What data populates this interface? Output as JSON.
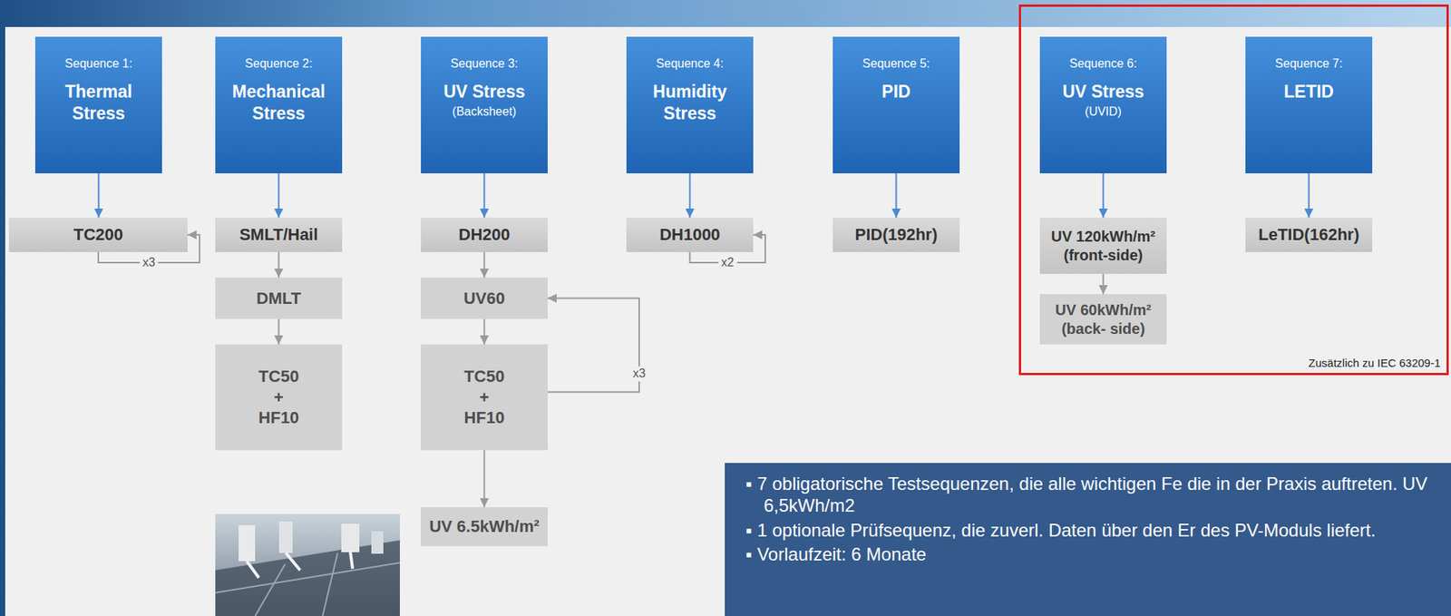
{
  "diagram": {
    "nodes": [
      {
        "text": [
          "Sequence 1:",
          "Thermal Stress"
        ]
      },
      {
        "text": [
          "TC200"
        ]
      },
      {
        "text": [
          "Sequence 2:",
          "Mechanical Stress"
        ]
      },
      {
        "text": [
          "SMLT/Hail"
        ]
      },
      {
        "text": [
          "DMLT"
        ]
      },
      {
        "text": [
          "TC50 + HF10"
        ]
      },
      {
        "text": [
          "Sequence 3:",
          "UV Stress",
          "(Backsheet)"
        ]
      },
      {
        "text": [
          "DH200"
        ]
      },
      {
        "text": [
          "UV60"
        ]
      },
      {
        "text": [
          "TC50 + HF10"
        ]
      },
      {
        "text": [
          "UV 6.5kWh/m²"
        ]
      },
      {
        "text": [
          "Sequence 4:",
          "Humidity Stress"
        ]
      },
      {
        "text": [
          "DH1000"
        ]
      },
      {
        "text": [
          "Sequence 5:",
          "PID"
        ]
      },
      {
        "text": [
          "PID(192hr)"
        ]
      },
      {
        "text": [
          "Zusätzlich zu IEC 63209-1"
        ]
      },
      {
        "text": [
          "Sequence 6:",
          "UV Stress",
          "(UVID)"
        ],
        "in": 15
      },
      {
        "text": [
          "UV 120kWh/m² (front-side)"
        ],
        "in": 15
      },
      {
        "text": [
          "UV 60kWh/m² (back- side)"
        ],
        "in": 15
      },
      {
        "text": [
          "Sequence 7:",
          "LETID"
        ],
        "in": 15
      },
      {
        "text": [
          "LeTID(162hr)"
        ],
        "in": 15
      },
      {
        "text": [
          "▪ 7 obligatorische Testsequenzen, die alle wichtigen Fe die in der Praxis auftreten. UV 6,5kWh/m2",
          "▪ 1 optionale Prüfsequenz, die zuverl. Daten über den Er des PV-Moduls liefert.",
          "▪ Vorlaufzeit: 6 Monate"
        ]
      }
    ],
    "edges": [
      {
        "from": 0,
        "to": 1,
        "arrow": "to"
      },
      {
        "from": 1,
        "to": 1,
        "label": "x3",
        "arrow": "to"
      },
      {
        "from": 2,
        "to": 3,
        "arrow": "to"
      },
      {
        "from": 3,
        "to": 4,
        "arrow": "to"
      },
      {
        "from": 4,
        "to": 5,
        "arrow": "to"
      },
      {
        "from": 6,
        "to": 7,
        "arrow": "to"
      },
      {
        "from": 7,
        "to": 8,
        "arrow": "to"
      },
      {
        "from": 8,
        "to": 9,
        "arrow": "to"
      },
      {
        "from": 9,
        "to": 10,
        "arrow": "to"
      },
      {
        "from": 9,
        "to": 8,
        "label": "x3",
        "arrow": "to"
      },
      {
        "from": 11,
        "to": 12,
        "arrow": "to"
      },
      {
        "from": 12,
        "to": 12,
        "label": "x2",
        "arrow": "to"
      },
      {
        "from": 13,
        "to": 14,
        "arrow": "to"
      },
      {
        "from": 16,
        "to": 17,
        "arrow": "to"
      },
      {
        "from": 17,
        "to": 18,
        "arrow": "to"
      },
      {
        "from": 19,
        "to": 20,
        "arrow": "to"
      }
    ]
  }
}
